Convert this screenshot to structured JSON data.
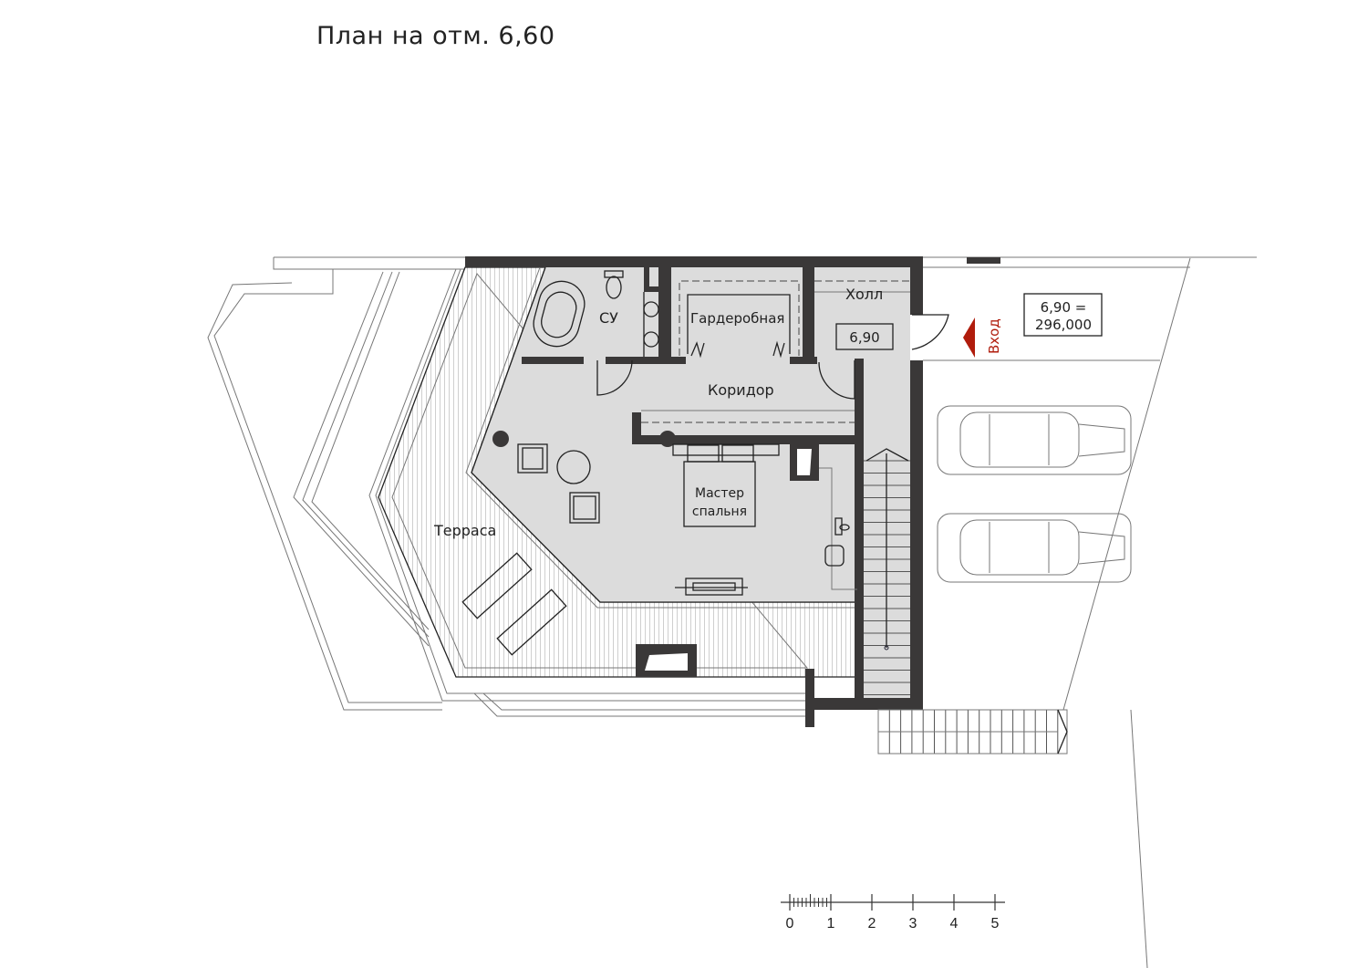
{
  "title": "План на отм. 6,60",
  "rooms": {
    "wc": "СУ",
    "wardrobe": "Гардеробная",
    "hall": "Холл",
    "corridor": "Коридор",
    "bedroom_line1": "Мастер",
    "bedroom_line2": "спальня",
    "terrace": "Терраса"
  },
  "level_mark": "6,90",
  "elevation_note": {
    "line1": "6,90 =",
    "line2": "296,000"
  },
  "entrance": "Вход",
  "scale_bar": {
    "labels": [
      "0",
      "1",
      "2",
      "3",
      "4",
      "5"
    ],
    "unit_step": 1
  },
  "colors": {
    "wall": "#3a3838",
    "floor": "#dcdcdc",
    "entrance_accent": "#b01c0c"
  }
}
